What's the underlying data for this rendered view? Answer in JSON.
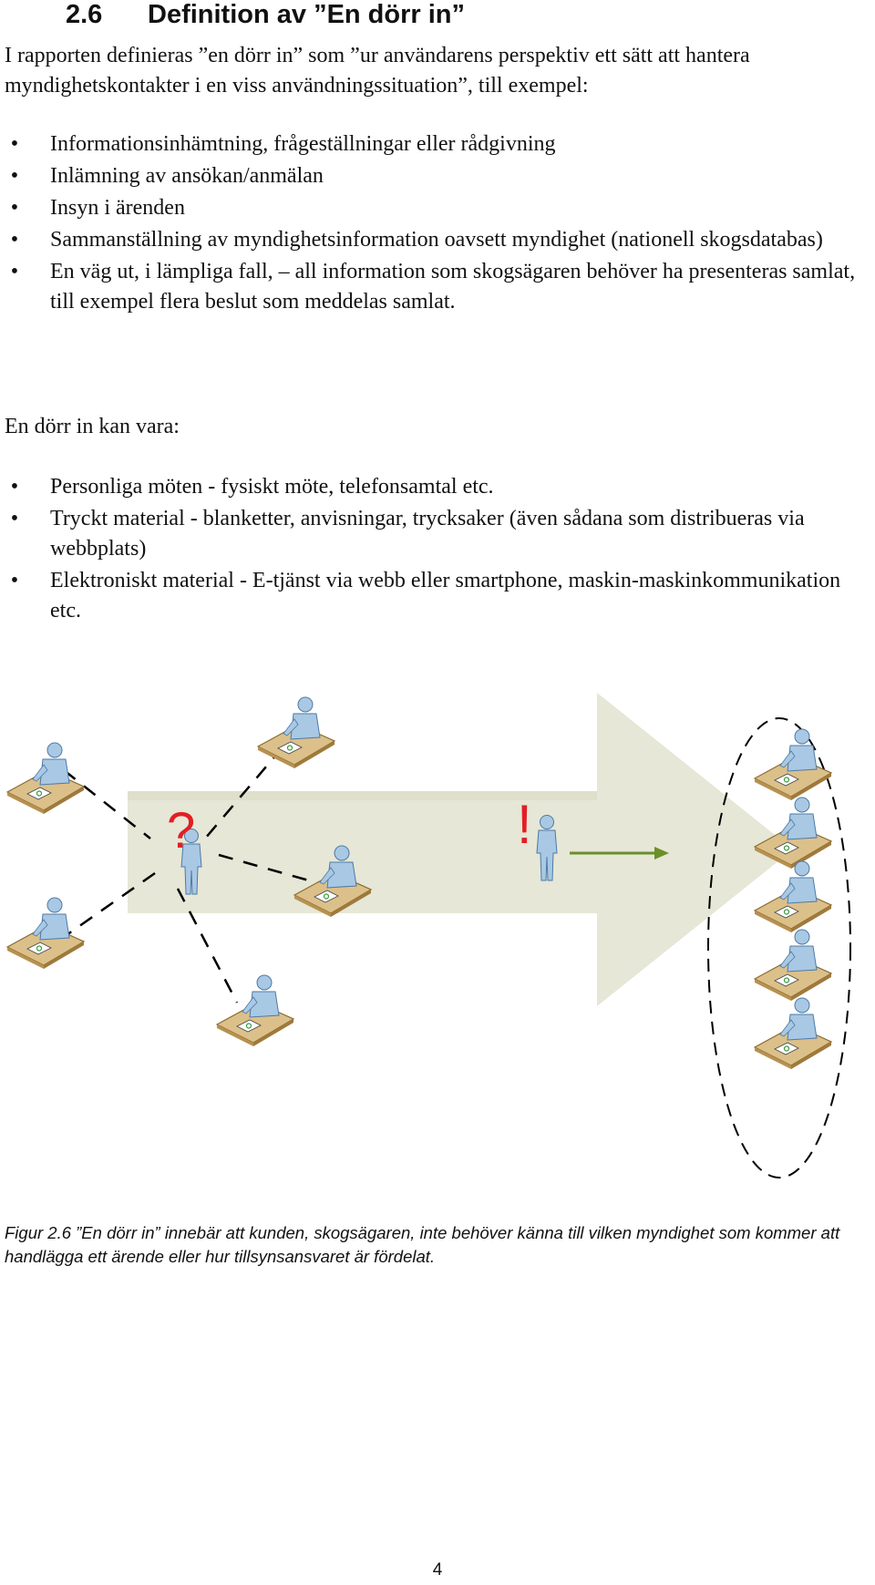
{
  "heading": {
    "number": "2.6",
    "title": "Definition av ”En dörr in”"
  },
  "intro": "I rapporten definieras ”en dörr in” som ”ur användarens perspektiv ett sätt att hantera myndighetskontakter i en viss användningssituation”, till exempel:",
  "list1": [
    "Informationsinhämtning, frågeställningar eller rådgivning",
    "Inlämning av ansökan/anmälan",
    "Insyn i ärenden",
    "Sammanställning av myndighetsinformation oavsett myndighet (nationell skogsdatabas)",
    "En väg ut, i lämpliga fall, – all information som skogsägaren behöver ha presenteras samlat, till exempel flera beslut som meddelas samlat."
  ],
  "para2": "En dörr in kan vara:",
  "list2": [
    "Personliga möten - fysiskt möte, telefonsamtal etc.",
    "Tryckt material - blanketter, anvisningar, trycksaker (även sådana som distribueras via webbplats)",
    "Elektroniskt material - E-tjänst via webb eller smartphone, maskin-maskinkommunikation etc."
  ],
  "bullet_glyph": "•",
  "figure": {
    "question_mark": "?",
    "exclamation_mark": "!",
    "colors": {
      "arrow_fill": "#e6e7d6",
      "arrow_line": "#6b8f2a",
      "marks": "#e31e24",
      "person": "#a9c8e4",
      "desk": "#dcc08a",
      "dash": "#000000"
    }
  },
  "caption": "Figur 2.6 ”En dörr in” innebär att kunden, skogsägaren, inte behöver känna till vilken myndighet som kommer att handlägga ett ärende eller hur tillsynsansvaret är fördelat.",
  "page_number": "4"
}
